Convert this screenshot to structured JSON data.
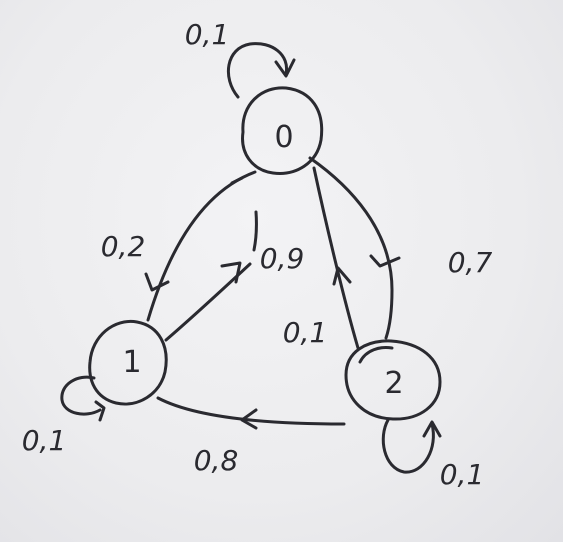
{
  "diagram": {
    "type": "markov-chain-state-diagram",
    "states": [
      {
        "id": "s0",
        "label": "0"
      },
      {
        "id": "s1",
        "label": "1"
      },
      {
        "id": "s2",
        "label": "2"
      }
    ],
    "transitions": [
      {
        "id": "t00",
        "from": "0",
        "to": "0",
        "label": "0,1"
      },
      {
        "id": "t01",
        "from": "0",
        "to": "1",
        "label": "0,2"
      },
      {
        "id": "t10",
        "from": "1",
        "to": "0",
        "label": "0,9"
      },
      {
        "id": "t02",
        "from": "0",
        "to": "2",
        "label": "0,7"
      },
      {
        "id": "t20",
        "from": "2",
        "to": "0",
        "label": "0,1"
      },
      {
        "id": "t11",
        "from": "1",
        "to": "1",
        "label": "0,1"
      },
      {
        "id": "t21",
        "from": "2",
        "to": "1",
        "label": "0,8"
      },
      {
        "id": "t22",
        "from": "2",
        "to": "2",
        "label": "0,1"
      }
    ]
  },
  "colors": {
    "ink": "#2a2a30",
    "board": "#ebebed"
  }
}
